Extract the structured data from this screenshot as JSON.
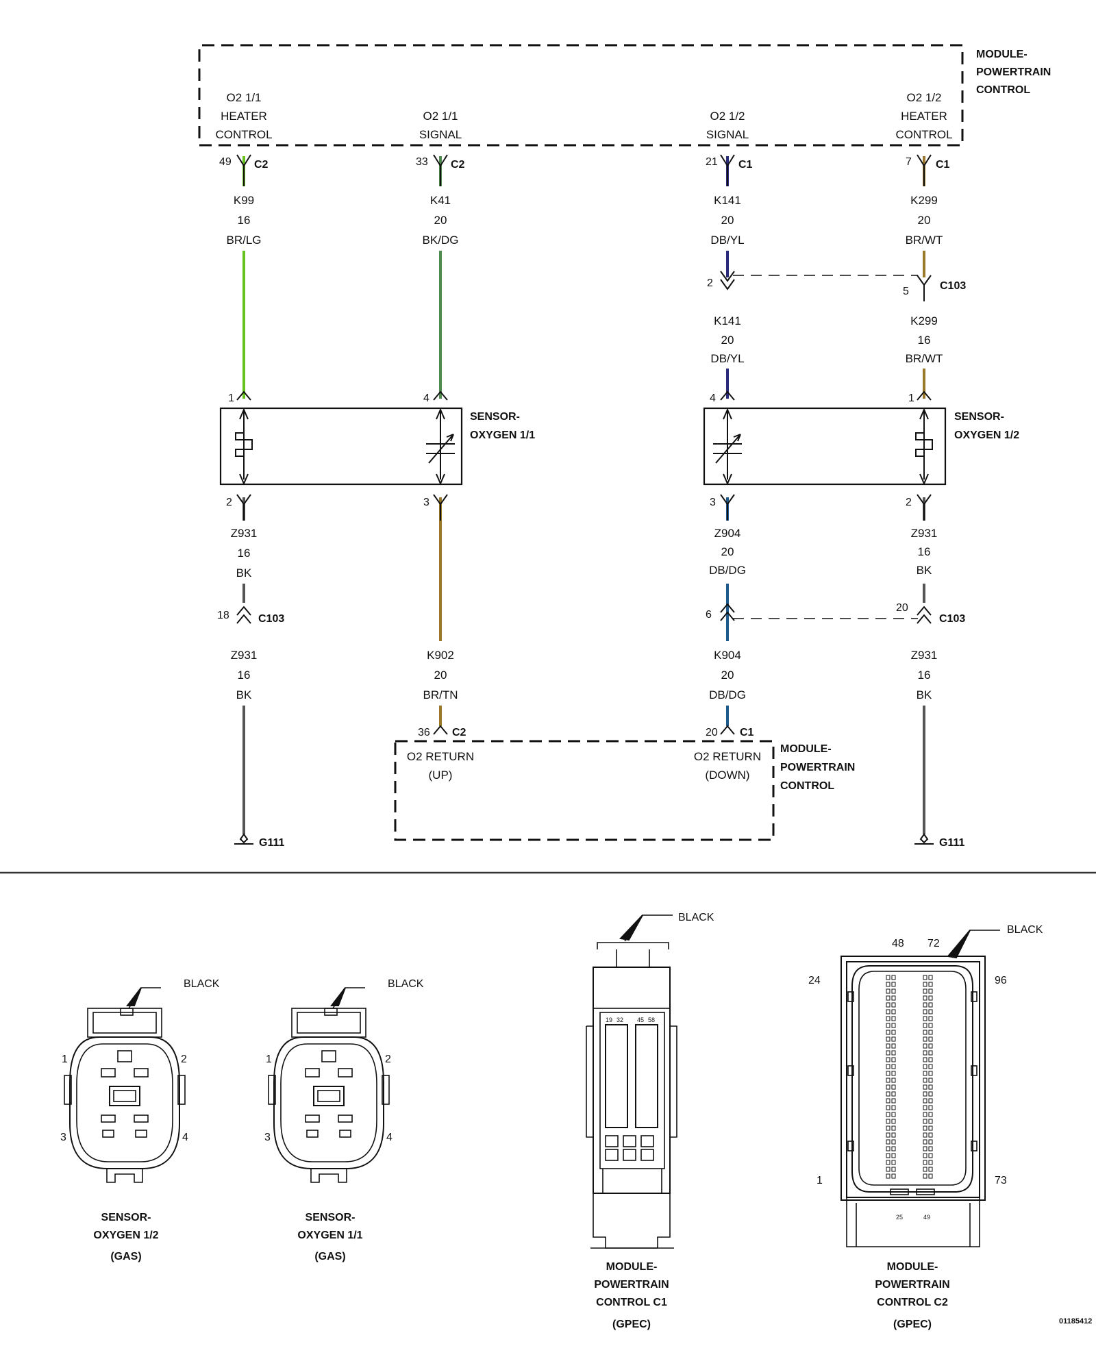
{
  "pcm_top": {
    "title": [
      "MODULE-",
      "POWERTRAIN",
      "CONTROL"
    ],
    "pins": [
      {
        "lines": [
          "O2 1/1",
          "HEATER",
          "CONTROL"
        ]
      },
      {
        "lines": [
          "O2 1/1",
          "SIGNAL"
        ]
      },
      {
        "lines": [
          "O2 1/2",
          "SIGNAL"
        ]
      },
      {
        "lines": [
          "O2 1/2",
          "HEATER",
          "CONTROL"
        ]
      }
    ]
  },
  "circuits": [
    {
      "color": "#66c21d",
      "top_pin": "49",
      "top_conn": "C2",
      "wire_a": [
        "K99",
        "16",
        "BR/LG"
      ],
      "sensor_pin_top": "1",
      "sensor_pin_bottom": "2",
      "wire_b": [
        "Z931",
        "16",
        "BK"
      ],
      "c103_pin": "18",
      "c103_label": "C103",
      "wire_c": [
        "Z931",
        "16",
        "BK"
      ],
      "ground": "G111"
    },
    {
      "color": "#4f8a4f",
      "top_pin": "33",
      "top_conn": "C2",
      "wire_a": [
        "K41",
        "20",
        "BK/DG"
      ],
      "sensor_pin_top": "4",
      "sensor_pin_bottom": "3",
      "wire_c": [
        "K902",
        "20",
        "BR/TN"
      ],
      "ret_pin": "36",
      "ret_conn": "C2"
    },
    {
      "color": "#2a2a7a",
      "top_pin": "21",
      "top_conn": "C1",
      "wire_a": [
        "K141",
        "20",
        "DB/YL"
      ],
      "c103_top_pin": "2",
      "wire_a2": [
        "K141",
        "20",
        "DB/YL"
      ],
      "sensor_pin_top": "4",
      "sensor_pin_bottom": "3",
      "wire_b": [
        "Z904",
        "20",
        "DB/DG"
      ],
      "c103_pin": "6",
      "wire_c": [
        "K904",
        "20",
        "DB/DG"
      ],
      "ret_pin": "20",
      "ret_conn": "C1"
    },
    {
      "color": "#9a7a2a",
      "top_pin": "7",
      "top_conn": "C1",
      "wire_a": [
        "K299",
        "20",
        "BR/WT"
      ],
      "c103_top_pin": "5",
      "c103_top_label": "C103",
      "wire_a2": [
        "K299",
        "16",
        "BR/WT"
      ],
      "sensor_pin_top": "1",
      "sensor_pin_bottom": "2",
      "wire_b": [
        "Z931",
        "16",
        "BK"
      ],
      "c103_pin": "20",
      "c103_label": "C103",
      "wire_c": [
        "Z931",
        "16",
        "BK"
      ],
      "ground": "G111"
    }
  ],
  "sensor_11": {
    "title": [
      "SENSOR-",
      "OXYGEN 1/1"
    ]
  },
  "sensor_12": {
    "title": [
      "SENSOR-",
      "OXYGEN 1/2"
    ]
  },
  "pcm_bottom": {
    "title": [
      "MODULE-",
      "POWERTRAIN",
      "CONTROL"
    ],
    "up": [
      "O2 RETURN",
      "(UP)"
    ],
    "down": [
      "O2 RETURN",
      "(DOWN)"
    ]
  },
  "connector_views": [
    {
      "color_label": "BLACK",
      "pins": [
        "1",
        "2",
        "3",
        "4"
      ],
      "title": [
        "SENSOR-",
        "OXYGEN 1/2",
        "(GAS)"
      ]
    },
    {
      "color_label": "BLACK",
      "pins": [
        "1",
        "2",
        "3",
        "4"
      ],
      "title": [
        "SENSOR-",
        "OXYGEN 1/1",
        "(GAS)"
      ]
    },
    {
      "color_label": "BLACK",
      "cavity_labels": [
        "19",
        "32",
        "45",
        "58"
      ],
      "title": [
        "MODULE-",
        "POWERTRAIN",
        "CONTROL C1",
        "(GPEC)"
      ]
    },
    {
      "color_label": "BLACK",
      "pins": [
        "48",
        "72",
        "24",
        "96",
        "1",
        "73",
        "25",
        "49"
      ],
      "title": [
        "MODULE-",
        "POWERTRAIN",
        "CONTROL C2",
        "(GPEC)"
      ]
    }
  ],
  "reference_number": "01185412"
}
